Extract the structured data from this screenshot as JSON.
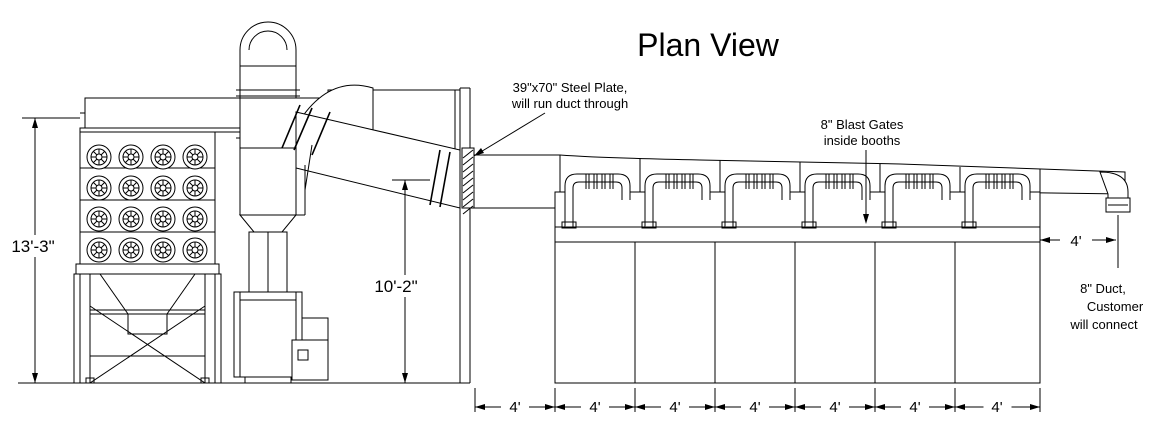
{
  "drawing": {
    "title": "Plan View",
    "labels": {
      "steel_plate_1": "39\"x70\" Steel Plate,",
      "steel_plate_2": "will run duct through",
      "blast_gates_1": "8\" Blast Gates",
      "blast_gates_2": "inside booths",
      "duct_1": "8\" Duct,",
      "duct_2": "Customer",
      "duct_3": "will connect"
    },
    "dimensions": {
      "overall_height": "13'-3\"",
      "inlet_height": "10'-2\"",
      "end_offset": "4'",
      "booth_widths": [
        "4'",
        "4'",
        "4'",
        "4'",
        "4'",
        "4'",
        "4'"
      ]
    },
    "cartridge_rows": 4,
    "cartridge_cols": 4,
    "booth_count": 6
  },
  "colors": {
    "line": "#000000",
    "background": "#ffffff",
    "hatch": "#000000"
  }
}
